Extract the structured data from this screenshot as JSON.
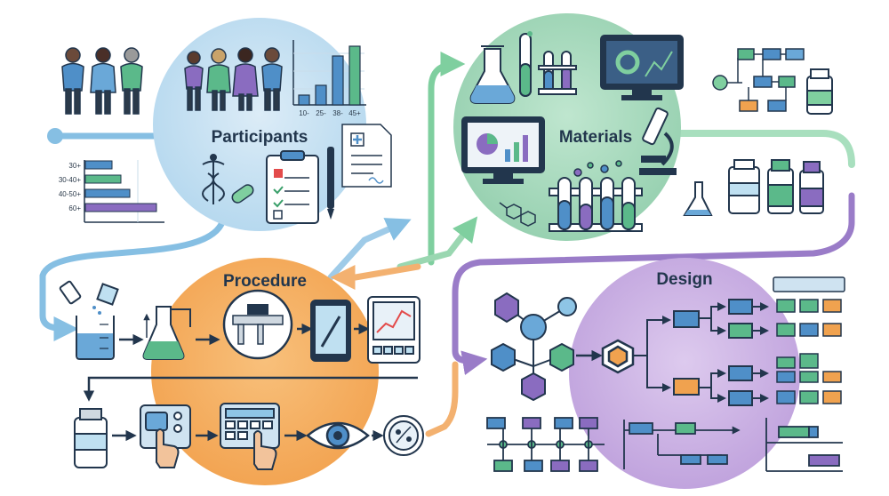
{
  "sections": {
    "participants": {
      "label": "Participants",
      "color": "#bfe0f1"
    },
    "materials": {
      "label": "Materials",
      "color": "#a6dbbd"
    },
    "procedure": {
      "label": "Procedure",
      "color": "#f6b062"
    },
    "design": {
      "label": "Design",
      "color": "#cbb3e2"
    }
  },
  "participants_age_columns": {
    "ticks": [
      "10-",
      "25-",
      "38-",
      "45+"
    ],
    "values": [
      1,
      2,
      5,
      6
    ]
  },
  "participants_age_bars": {
    "labels": [
      "30+",
      "30-40+",
      "40-50+",
      "60+"
    ],
    "values": [
      3,
      4,
      5,
      8
    ]
  },
  "colors": {
    "outline": "#22364d",
    "blue": "#4f8fc8",
    "green": "#5bb98a",
    "purple": "#8a6cc0",
    "orange": "#f0a24f",
    "connector_blue": "#86bfe3",
    "connector_green": "#7fcf9f",
    "connector_purple": "#9a7cc8",
    "connector_orange": "#f3b170"
  }
}
